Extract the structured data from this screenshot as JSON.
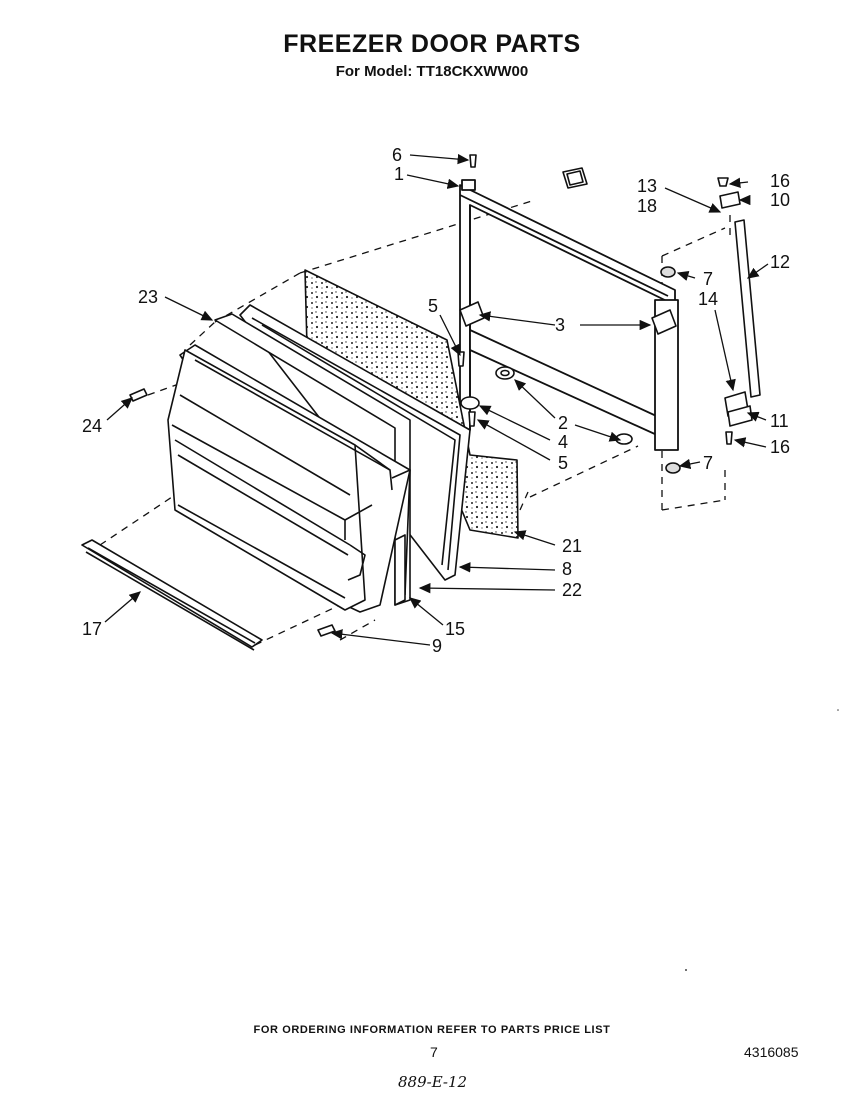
{
  "title": "FREEZER DOOR PARTS",
  "subtitle": "For Model: TT18CKXWW00",
  "callouts": {
    "c1": "1",
    "c2": "2",
    "c3": "3",
    "c4": "4",
    "c5a": "5",
    "c5b": "5",
    "c6": "6",
    "c7a": "7",
    "c7b": "7",
    "c8": "8",
    "c9": "9",
    "c10": "10",
    "c11": "11",
    "c12": "12",
    "c13": "13",
    "c14": "14",
    "c15": "15",
    "c16a": "16",
    "c16b": "16",
    "c17": "17",
    "c18": "18",
    "c21": "21",
    "c22": "22",
    "c23": "23",
    "c24": "24",
    "c3b": "3"
  },
  "footer": {
    "ordering_note": "FOR ORDERING INFORMATION REFER TO PARTS PRICE LIST",
    "page_number": "7",
    "document_number": "4316085",
    "handwritten_code": "889-E-12"
  }
}
